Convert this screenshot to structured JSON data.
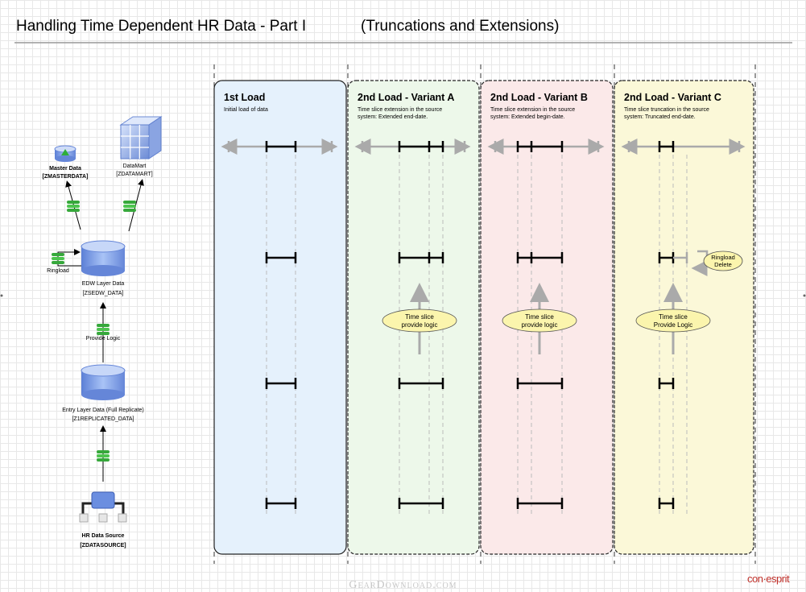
{
  "title": "Handling Time Dependent HR Data - Part I",
  "subtitle": "(Truncations and Extensions)",
  "left_nodes": {
    "master": {
      "name": "Master Data",
      "code": "[ZMASTERDATA]"
    },
    "datamart": {
      "name": "DataMart",
      "code": "[ZDATAMART]"
    },
    "ringload": "Ringload",
    "edw": {
      "name": "EDW Layer Data",
      "code": "[ZSEDW_DATA]"
    },
    "provide_logic": "Provide Logic",
    "entry": {
      "name": "Entry Layer Data (Full Replicate)",
      "code": "[Z1REPLICATED_DATA]"
    },
    "source": {
      "name": "HR Data Source",
      "code": "[ZDATASOURCE]"
    }
  },
  "columns": [
    {
      "title": "1st Load",
      "desc1": "Initial load of data",
      "desc2": "",
      "color": "#e5f1fc"
    },
    {
      "title": "2nd Load - Variant A",
      "desc1": "Time slice extension in the source",
      "desc2": "system: Extended end-date.",
      "color": "#edf8ea",
      "bubble": "Time slice|provide logic"
    },
    {
      "title": "2nd Load - Variant B",
      "desc1": "Time slice extension in the source",
      "desc2": "system: Extended begin-date.",
      "color": "#fbe9e9",
      "bubble": "Time slice|provide logic"
    },
    {
      "title": "2nd Load - Variant C",
      "desc1": "Time slice truncation in the source",
      "desc2": "system: Truncated end-date.",
      "color": "#fbf8d8",
      "bubble": "Time slice|Provide Logic",
      "ringload_delete": "Ringload|Delete"
    }
  ],
  "colors": {
    "bubble": "#fbf5ad",
    "arrow_gray": "#aaaaaa",
    "brand": "#c0302a"
  },
  "watermark": "GearDownload.com",
  "brand": "con·esprit"
}
